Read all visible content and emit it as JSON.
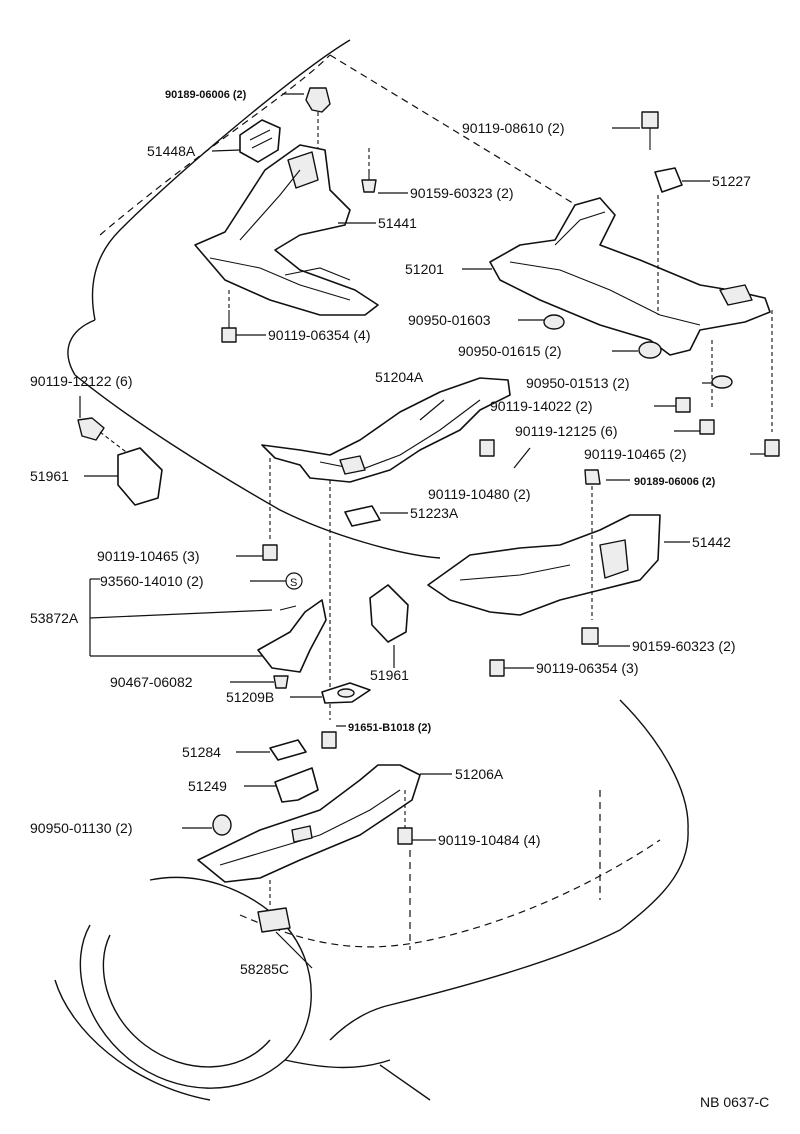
{
  "labels": {
    "p90189_06006_top": "90189-06006 (2)",
    "p51448a": "51448A",
    "p90159_60323_top": "90159-60323 (2)",
    "p51441": "51441",
    "p90119_06354_4": "90119-06354 (4)",
    "p90119_08610": "90119-08610 (2)",
    "p51227": "51227",
    "p51201": "51201",
    "p90950_01603": "90950-01603",
    "p90950_01615": "90950-01615 (2)",
    "p90950_01513": "90950-01513 (2)",
    "p90119_12122": "90119-12122 (6)",
    "p51204a": "51204A",
    "p90119_14022": "90119-14022 (2)",
    "p90119_12125": "90119-12125 (6)",
    "p90119_10465_2": "90119-10465 (2)",
    "p51961_left": "51961",
    "p90189_06006_right": "90189-06006 (2)",
    "p90119_10480": "90119-10480 (2)",
    "p51223a": "51223A",
    "p51442": "51442",
    "p90119_10465_3": "90119-10465 (3)",
    "p93560_14010": "93560-14010 (2)",
    "p53872a": "53872A",
    "p90159_60323_right": "90159-60323 (2)",
    "p90119_06354_3": "90119-06354 (3)",
    "p51961_mid": "51961",
    "p90467_06082": "90467-06082",
    "p51209b": "51209B",
    "p91651_b1018": "91651-B1018 (2)",
    "p51284": "51284",
    "p51206a": "51206A",
    "p51249": "51249",
    "p90950_01130": "90950-01130 (2)",
    "p90119_10484": "90119-10484 (4)",
    "p58285c": "58285C",
    "s_symbol": "S",
    "drawing_code": "NB 0637-C"
  }
}
